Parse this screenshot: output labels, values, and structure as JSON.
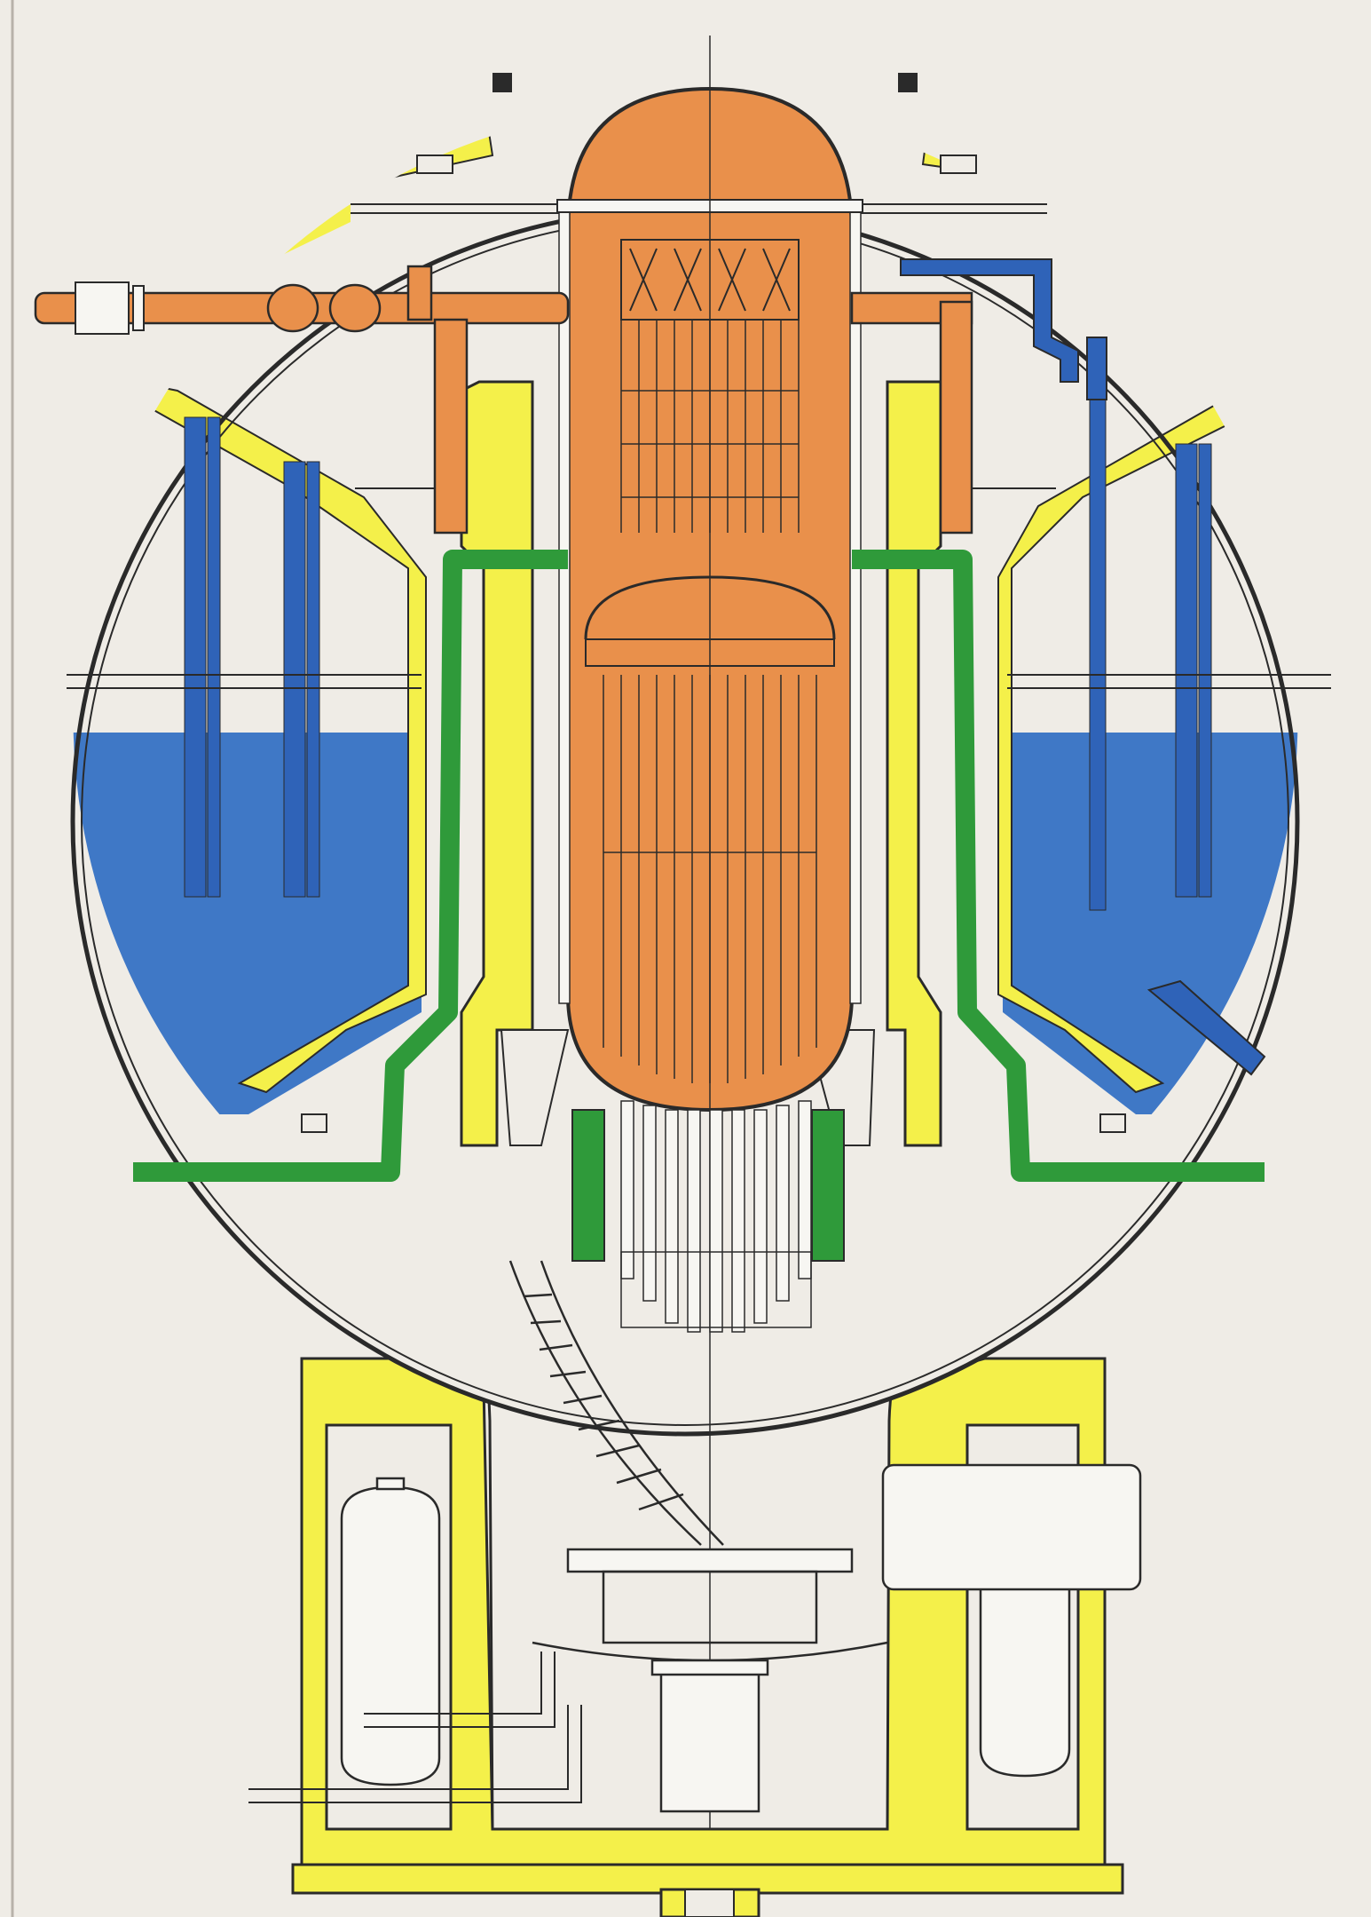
{
  "diagram": {
    "colors": {
      "paper": "#efece6",
      "line": "#2a2a2a",
      "thin_line": "#5a5a5a",
      "structure_yellow": "#f4f04a",
      "pool_water_blue": "#3f78c6",
      "primary_circuit_orange": "#e9904b",
      "cooling_circuit_green": "#2f9a3a",
      "blue_piping": "#2f63b8",
      "light_fill": "#f7f6f2"
    },
    "components": [
      {
        "id": "containment-shell",
        "icon": "sphere-outline"
      },
      {
        "id": "reactor-vessel",
        "icon": "capsule-orange"
      },
      {
        "id": "upper-dome",
        "icon": "dome"
      },
      {
        "id": "steam-outlet-pipe",
        "icon": "pipe-orange"
      },
      {
        "id": "feedwater-inlet-pipe",
        "icon": "pipe-blue"
      },
      {
        "id": "cooling-loop-left",
        "icon": "pipe-green"
      },
      {
        "id": "cooling-loop-right",
        "icon": "pipe-green"
      },
      {
        "id": "suppression-pool-left",
        "icon": "water"
      },
      {
        "id": "suppression-pool-right",
        "icon": "water"
      },
      {
        "id": "core-catcher-chute",
        "icon": "ladder"
      },
      {
        "id": "storage-tank-left",
        "icon": "tank"
      },
      {
        "id": "storage-tank-right",
        "icon": "tank"
      },
      {
        "id": "drive-unit-bottom",
        "icon": "box"
      }
    ]
  }
}
